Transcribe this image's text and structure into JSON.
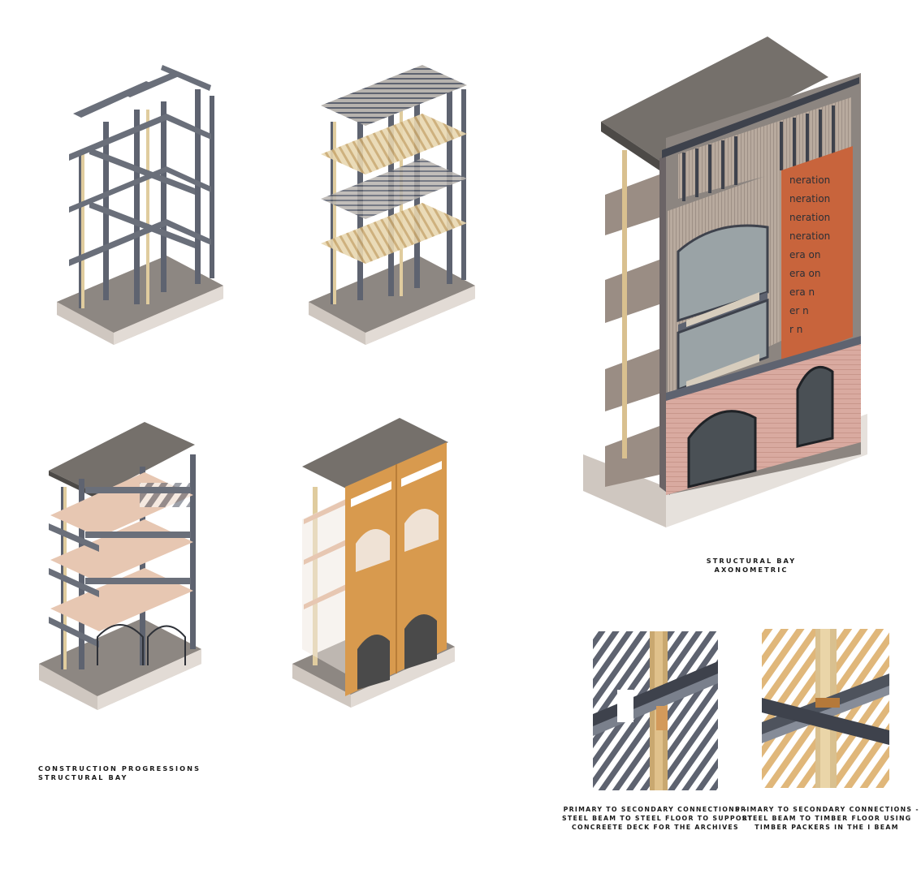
{
  "captions": {
    "construction": [
      "CONSTRUCTION PROGRESSIONS",
      "STRUCTURAL BAY"
    ],
    "axonometric": [
      "STRUCTURAL BAY",
      "AXONOMETRIC"
    ],
    "detail_steel": [
      "PRIMARY TO SECONDARY CONNECTIONS -",
      "STEEL BEAM TO STEEL FLOOR TO SUPPORT",
      "CONCREETE DECK FOR THE ARCHIVES"
    ],
    "detail_timber": [
      "PRIMARY TO SECONDARY CONNECTIONS -",
      "STEEL BEAM TO TIMBER FLOOR USING",
      "TIMBER PACKERS IN THE I BEAM"
    ]
  },
  "facade_lettering": [
    "neration",
    "neration",
    "neration",
    "neration",
    "era on",
    "era on",
    "era n",
    "er n",
    "r n"
  ],
  "colors": {
    "steel": "#5e6370",
    "steel_dark": "#3e424c",
    "timber": "#d9c08f",
    "concrete": "#cfc7c0",
    "roof": "#75706b",
    "cork": "#d89a4e",
    "corten": "#c8643c",
    "brick": "#d9aaa0",
    "floor_pink": "#e7c7b2",
    "glass": "#9aa3a6"
  }
}
